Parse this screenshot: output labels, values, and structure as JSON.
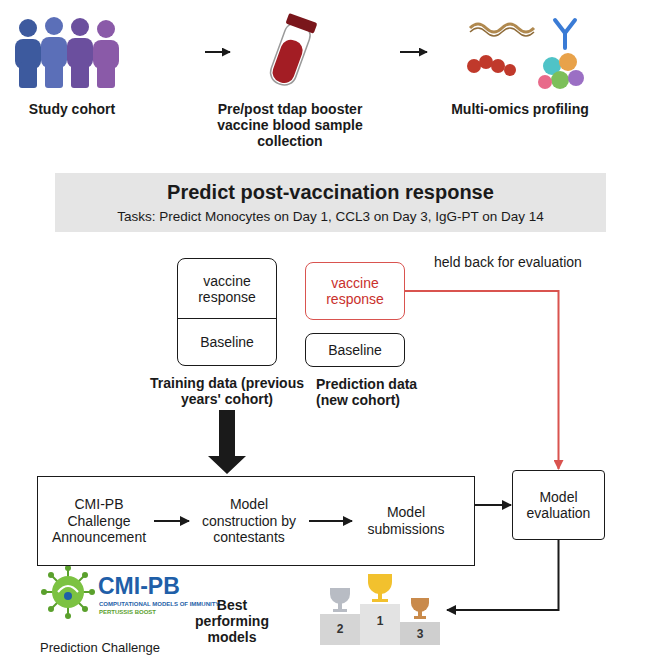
{
  "diagram": {
    "nodes": [
      {
        "text": [
          "Predict post-vaccination response",
          "Tasks: Predict Monocytes on Day 1, CCL3 on Day 3, IgG-PT on Day 14"
        ]
      },
      {
        "text": [
          "vaccine response",
          "Baseline",
          "Training data (previous years' cohort)"
        ]
      },
      {
        "text": [
          "vaccine response"
        ]
      },
      {
        "text": [
          "Baseline",
          "Prediction data (new cohort)"
        ]
      },
      {
        "text": []
      },
      {
        "text": [
          "CMI-PB Challenge Announcement"
        ],
        "in": 4
      },
      {
        "text": [
          "Model construction by contestants"
        ],
        "in": 4
      },
      {
        "text": [
          "Model submissions"
        ],
        "in": 4
      },
      {
        "text": [
          "Model evaluation"
        ]
      },
      {
        "text": [
          "Best performing models"
        ]
      }
    ],
    "edges": [
      {
        "from": 1,
        "to": 4,
        "arrow": "to"
      },
      {
        "from": 2,
        "to": 8,
        "arrow": "to"
      },
      {
        "from": 5,
        "to": 6,
        "arrow": "to"
      },
      {
        "from": 6,
        "to": 7,
        "arrow": "to"
      },
      {
        "from": 4,
        "to": 8,
        "arrow": "to"
      },
      {
        "from": 8,
        "to": 9,
        "arrow": "to"
      }
    ],
    "labels": [
      "Study cohort",
      "Pre/post tdap booster vaccine blood sample collection",
      "Multi-omics profiling",
      "held back for evaluation",
      "CMI-PB",
      "COMPUTATIONAL MODELS OF IMMUNITY",
      "PERTUSSIS BOOST",
      "Prediction Challenge",
      "2",
      "1",
      "3"
    ]
  }
}
